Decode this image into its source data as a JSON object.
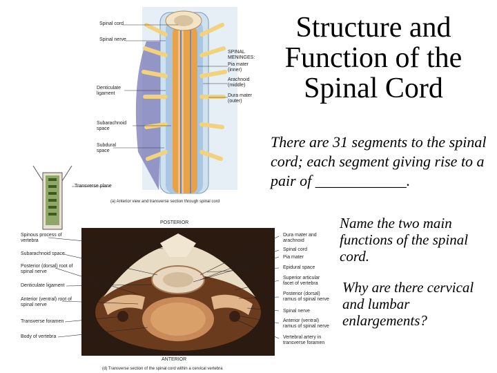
{
  "slide": {
    "title": "Structure and Function of the Spinal Cord",
    "intro": "There are 31 segments to the spinal cord; each segment giving rise to a pair of ____________.",
    "question1": "Name the two main functions of the spinal cord.",
    "question2": "Why are there cervical and lumbar enlargements?"
  },
  "figure_a": {
    "labels": {
      "spinal_cord": "Spinal cord",
      "spinal_nerve": "Spinal nerve",
      "meninges": "SPINAL MENINGES:",
      "pia": "Pia mater (inner)",
      "arachnoid": "Arachnoid (middle)",
      "dura": "Dura mater (outer)",
      "denticulate": "Denticulate ligament",
      "subarachnoid": "Subarachnoid space",
      "subdural": "Subdural space",
      "transverse_plane": "Transverse plane"
    },
    "caption": "(a) Anterior view and transverse section through spinal cord"
  },
  "figure_b": {
    "posterior": "POSTERIOR",
    "anterior": "ANTERIOR",
    "left_labels": [
      "Spinous process of vertebra",
      "Subarachnoid space",
      "Posterior (dorsal) root of spinal nerve",
      "Denticulate ligament",
      "Anterior (ventral) root of spinal nerve",
      "Transverse foramen",
      "Body of vertebra"
    ],
    "right_labels": [
      "Dura mater and arachnoid",
      "Spinal cord",
      "Pia mater",
      "Epidural space",
      "Superior articular facet of vertebra",
      "Posterior (dorsal) ramus of spinal nerve",
      "Spinal nerve",
      "Anterior (ventral) ramus of spinal nerve",
      "Vertebral artery in transverse foramen"
    ],
    "caption": "(d) Transverse section of the spinal cord within a cervical vertebra"
  },
  "colors": {
    "background": "#ffffff",
    "cord": "#e8a24a",
    "meninges": "#8fb3d6",
    "nerve": "#f2d27a",
    "bone": "#e9dcc4",
    "tissue": "#c98a5a"
  }
}
